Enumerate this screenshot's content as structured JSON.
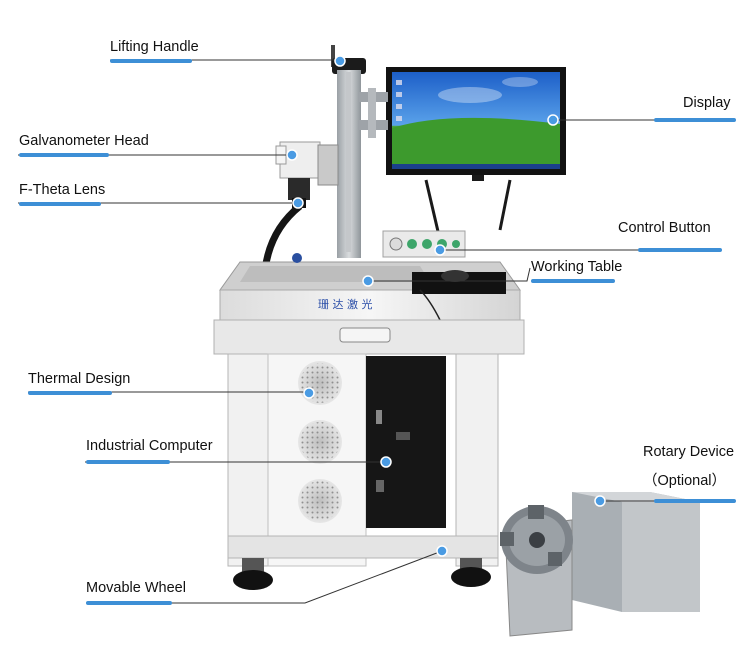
{
  "colors": {
    "accent": "#3d8fd6",
    "leader": "#333333",
    "machine_body": "#f2f2f2",
    "cabinet": "#141414",
    "sky": "#2a6fd1",
    "grass": "#3e9a2e"
  },
  "labels": {
    "lifting_handle": "Lifting Handle",
    "galvanometer_head": "Galvanometer Head",
    "f_theta_lens": "F-Theta Lens",
    "thermal_design": "Thermal Design",
    "industrial_computer": "Industrial Computer",
    "movable_wheel": "Movable Wheel",
    "display": "Display",
    "control_button": "Control Button",
    "working_table": "Working Table",
    "rotary_device": "Rotary Device",
    "rotary_optional": "（Optional）"
  },
  "machine": {
    "brand_text": "珊 达 激 光"
  }
}
